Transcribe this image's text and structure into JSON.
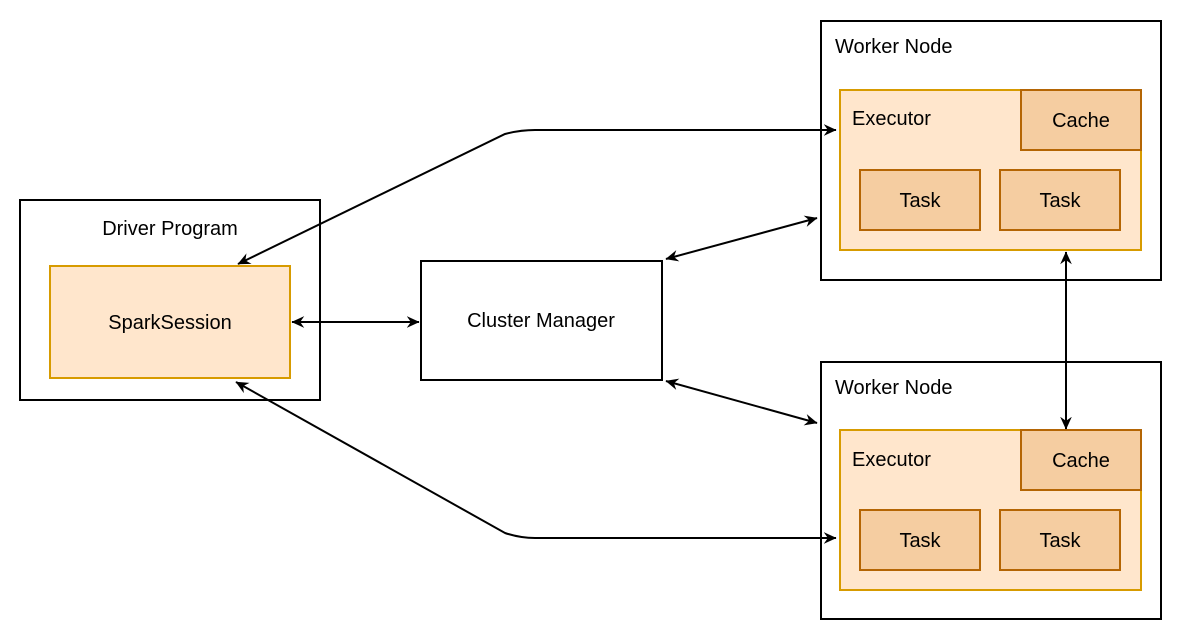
{
  "diagram": {
    "driver": {
      "title": "Driver Program",
      "spark_session_label": "SparkSession"
    },
    "cluster_manager": {
      "label": "Cluster Manager"
    },
    "workers": [
      {
        "title": "Worker Node",
        "executor_label": "Executor",
        "cache_label": "Cache",
        "tasks": [
          "Task",
          "Task"
        ]
      },
      {
        "title": "Worker Node",
        "executor_label": "Executor",
        "cache_label": "Cache",
        "tasks": [
          "Task",
          "Task"
        ]
      }
    ],
    "colors": {
      "light_fill": "#FFE6CC",
      "light_stroke": "#D79B00",
      "dark_fill": "#F5CDA1",
      "dark_stroke": "#B46504",
      "line": "#000000",
      "plain_fill": "#FFFFFF"
    }
  }
}
